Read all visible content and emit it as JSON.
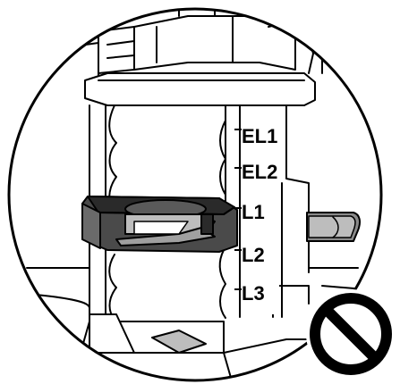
{
  "labels": {
    "el1": "EL1",
    "el2": "EL2",
    "l1": "L1",
    "l2": "L2",
    "l3": "L3"
  },
  "icons": {
    "prohibited": "prohibited-icon"
  },
  "colors": {
    "ink": "#000000",
    "paper": "#ffffff",
    "gray_light": "#bdbdbd",
    "gray_mid": "#8a8a8a",
    "gray_dark": "#4a4a4a",
    "gray_deep": "#2a2a2a"
  }
}
